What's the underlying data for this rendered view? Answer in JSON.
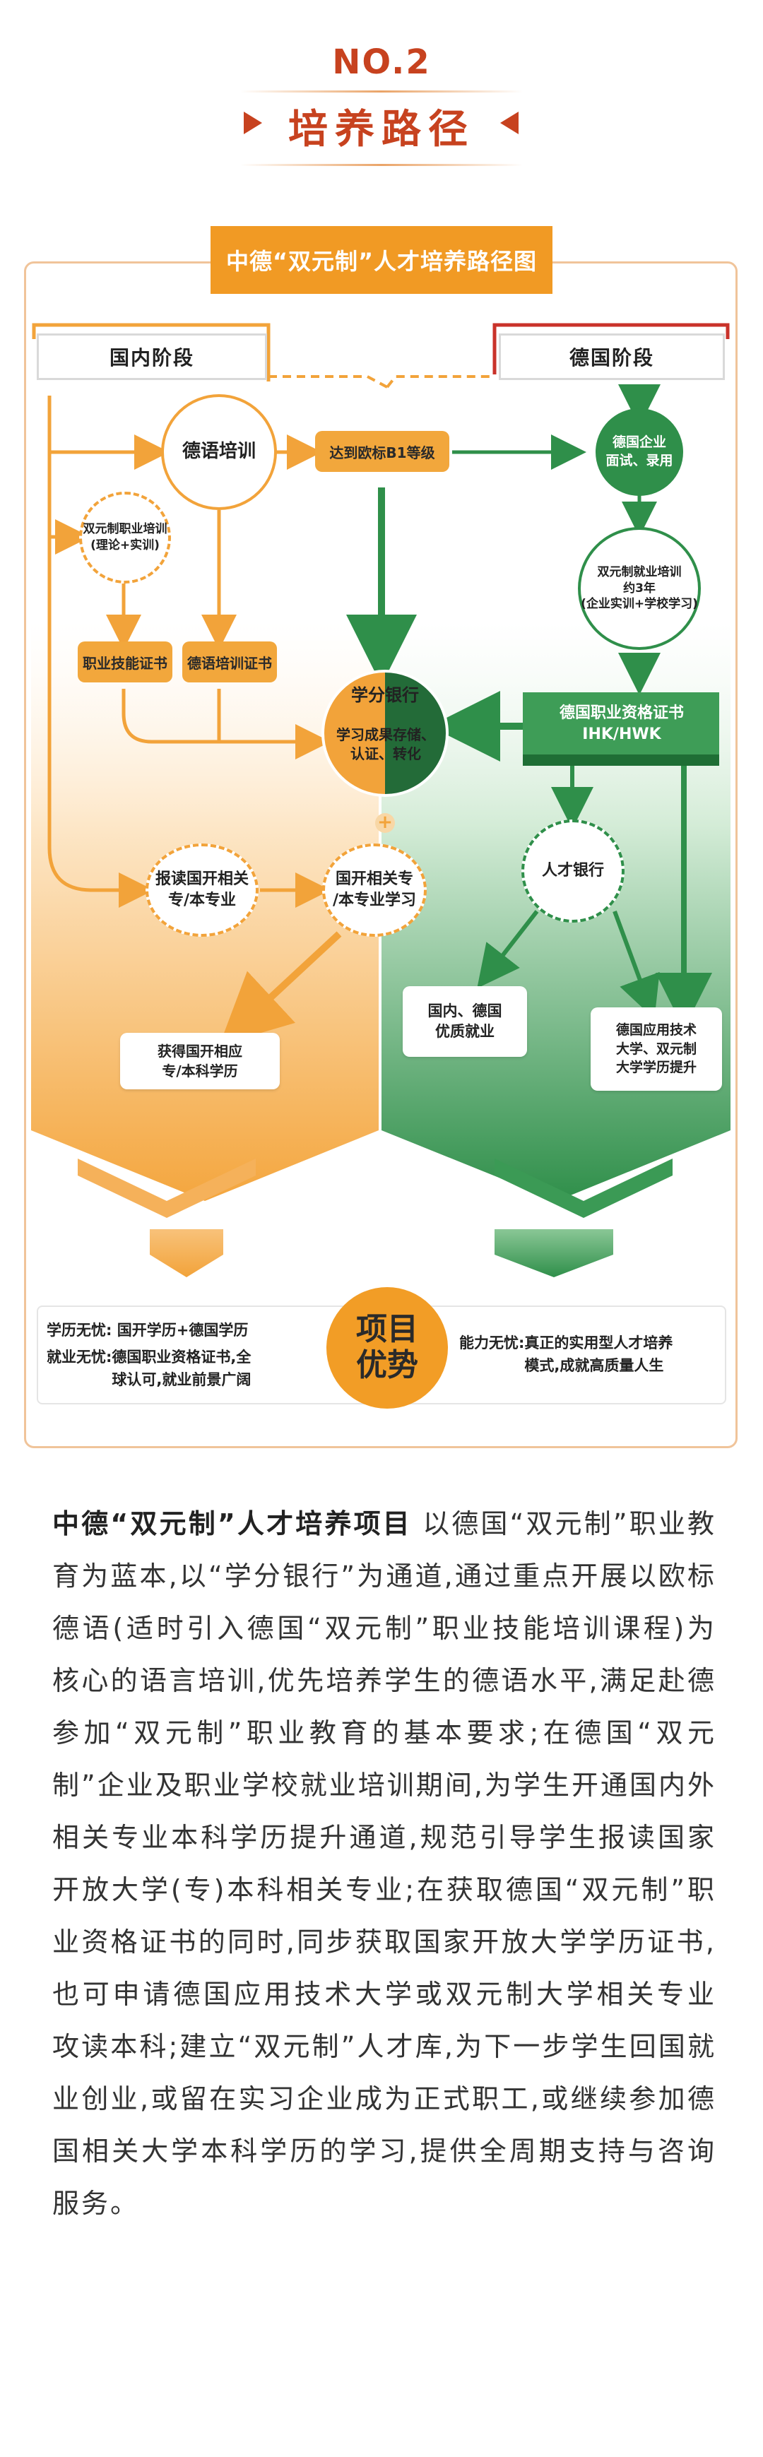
{
  "header": {
    "section_no": "NO.2",
    "section_title": "培养路径"
  },
  "diagram": {
    "title": "中德“双元制”人才培养路径图",
    "phases": {
      "domestic": "国内阶段",
      "germany": "德国阶段"
    },
    "nodes": {
      "german_training": "德语培训",
      "b1_level": "达到欧标B1等级",
      "dual_vocational_line1": "双元制职业培训",
      "dual_vocational_line2": "(理论+实训)",
      "skill_certificate": "职业技能证书",
      "german_certificate": "德语培训证书",
      "credit_bank_title": "学分银行",
      "credit_bank_desc_line1": "学习成果存储、",
      "credit_bank_desc_line2": "认证、转化",
      "enroll_line1": "报读国开相关",
      "enroll_line2": "专/本专业",
      "ou_study_line1": "国开相关专",
      "ou_study_line2": "/本专业学习",
      "obtain_degree_line1": "获得国开相应",
      "obtain_degree_line2": "专/本科学历",
      "company_line1": "德国企业",
      "company_line2": "面试、录用",
      "employment_training_line1": "双元制就业培训",
      "employment_training_line2": "约3年",
      "employment_training_line3": "(企业实训+学校学习)",
      "ihk_line1": "德国职业资格证书",
      "ihk_line2": "IHK/HWK",
      "talent_bank": "人才银行",
      "quality_employment_line1": "国内、德国",
      "quality_employment_line2": "优质就业",
      "university_line1": "德国应用技术",
      "university_line2": "大学、双元制",
      "university_line3": "大学学历提升",
      "plus": "+"
    }
  },
  "advantages": {
    "circle_line1": "项目",
    "circle_line2": "优势",
    "degree_label": "学历无忧:",
    "degree_text": "国开学历+德国学历",
    "employment_label": "就业无忧:",
    "employment_text_line1": "德国职业资格证书,全",
    "employment_text_line2": "球认可,就业前景广阔",
    "ability_label": "能力无忧:",
    "ability_text_line1": "真正的实用型人才培养",
    "ability_text_line2": "模式,成就高质量人生"
  },
  "body": {
    "lead": "中德“双元制”人才培养项目",
    "text": "以德国“双元制”职业教育为蓝本,以“学分银行”为通道,通过重点开展以欧标德语(适时引入德国“双元制”职业技能培训课程)为核心的语言培训,优先培养学生的德语水平,满足赴德参加“双元制”职业教育的基本要求;在德国“双元制”企业及职业学校就业培训期间,为学生开通国内外相关专业本科学历提升通道,规范引导学生报读国家开放大学(专)本科相关专业;在获取德国“双元制”职业资格证书的同时,同步获取国家开放大学学历证书,也可申请德国应用技术大学或双元制大学相关专业攻读本科;建立“双元制”人才库,为下一步学生回国就业创业,或留在实习企业成为正式职工,或继续参加德国相关大学本科学历的学习,提供全周期支持与咨询服务。"
  },
  "colors": {
    "header_red": "#c7421f",
    "orange": "#f2a33a",
    "green": "#2f8f4a",
    "dark_green": "#1f7a3a"
  }
}
